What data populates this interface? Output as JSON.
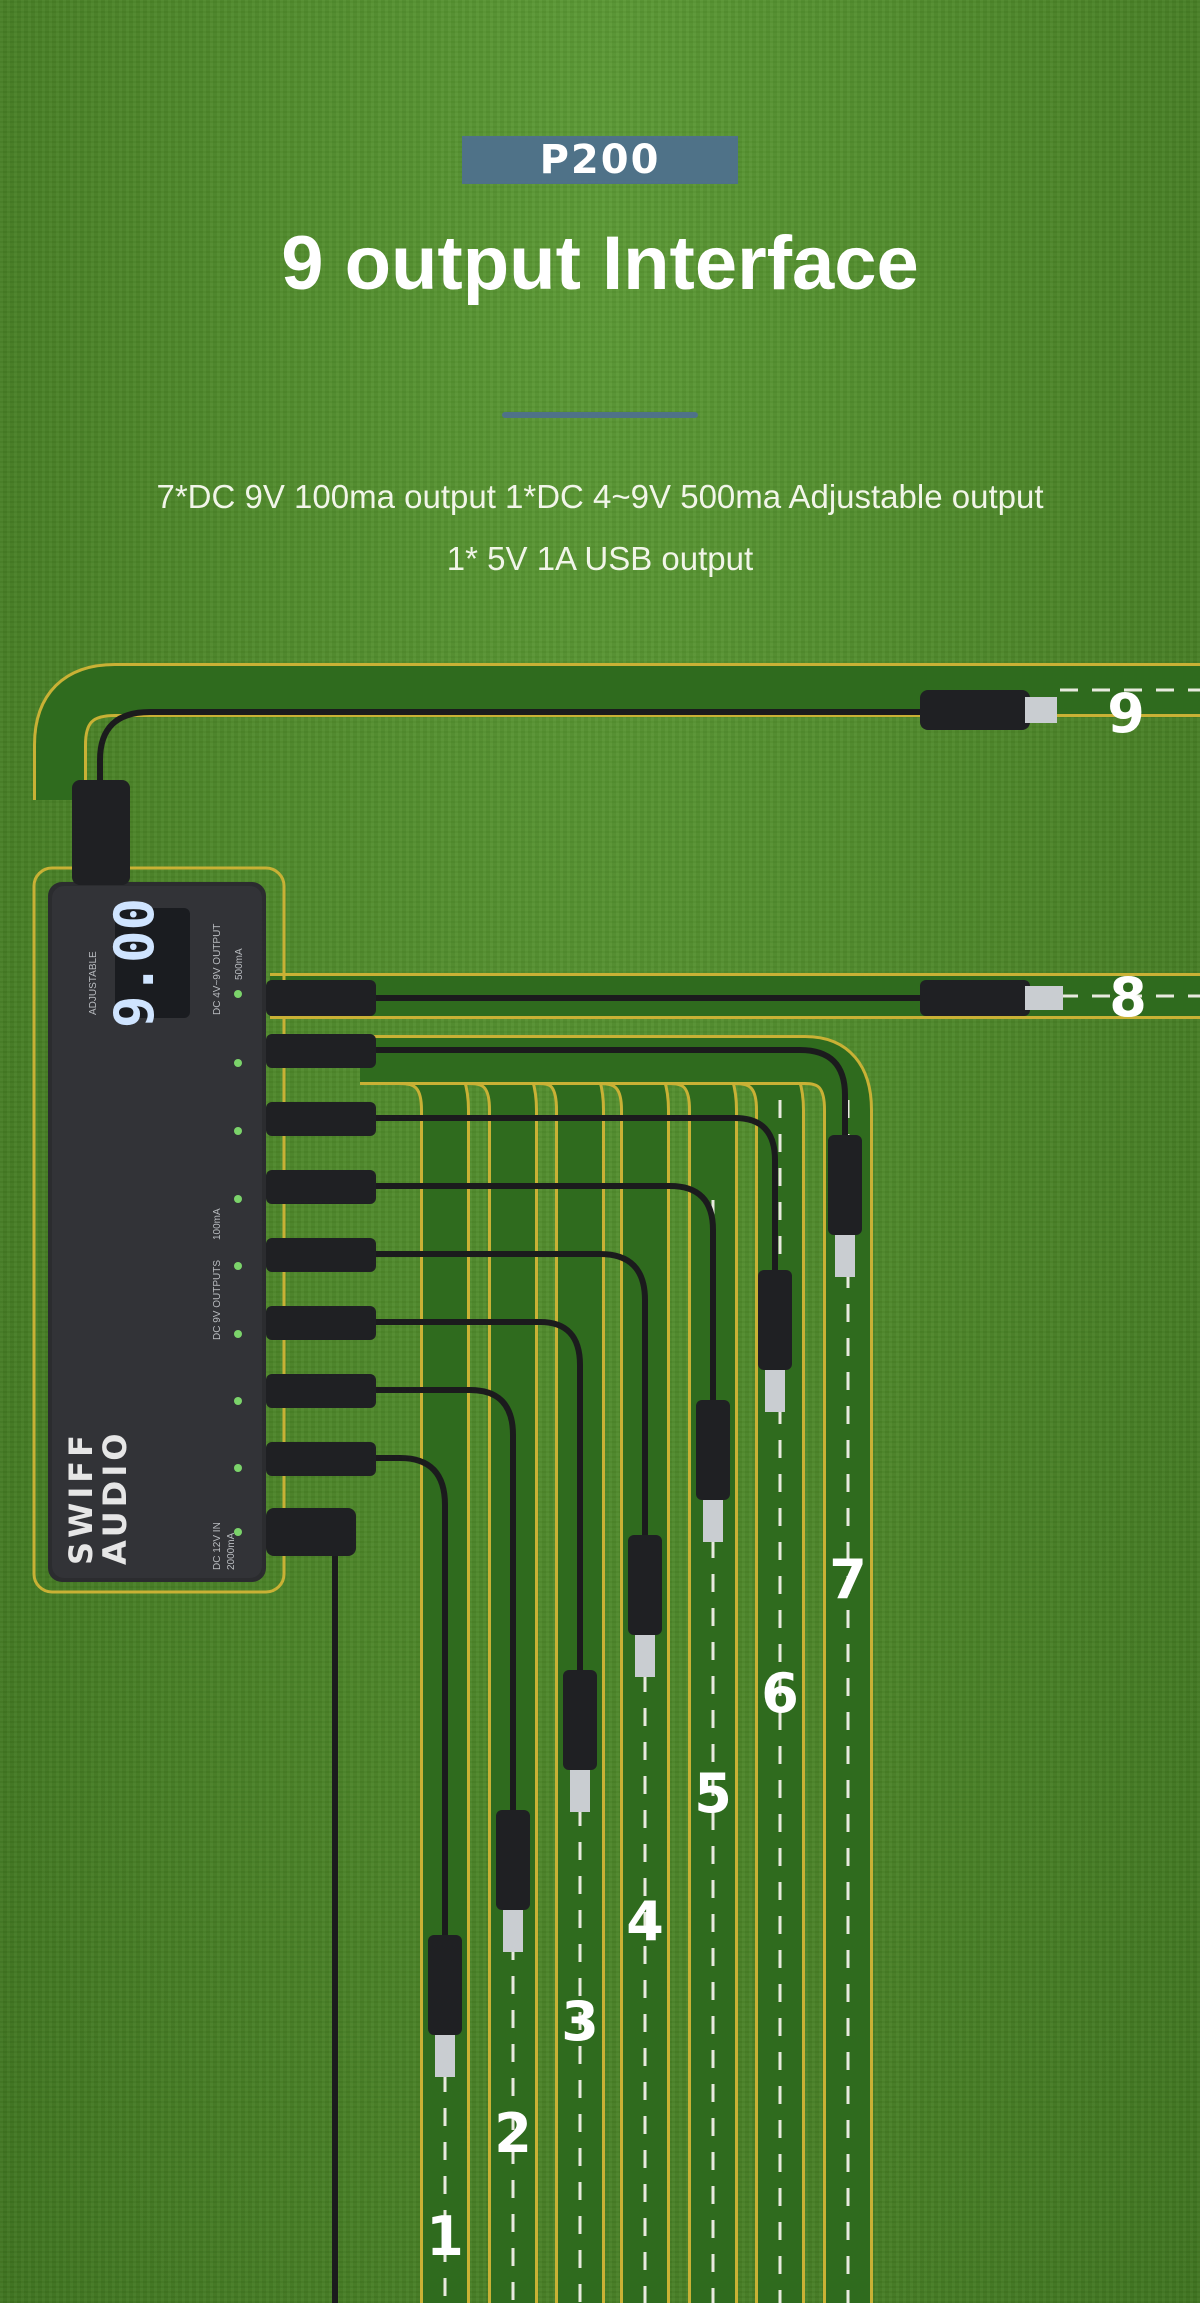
{
  "header": {
    "model": "P200",
    "title": "9 output Interface",
    "spec_line1": "7*DC 9V 100ma output   1*DC 4~9V 500ma Adjustable output",
    "spec_line2": "1* 5V 1A USB output"
  },
  "device": {
    "brand_line1": "SWIFF",
    "brand_line2": "AUDIO",
    "display_value": "9.00",
    "label_adjustable": "ADJUSTABLE",
    "label_adj_output": "DC 4V~9V OUTPUT",
    "label_500ma": "500mA",
    "label_100ma": "100mA",
    "label_dc9v_outputs": "DC 9V   OUTPUTS",
    "label_input": "DC 12V IN",
    "label_input_current": "2000mA"
  },
  "outputs": [
    "1",
    "2",
    "3",
    "4",
    "5",
    "6",
    "7",
    "8",
    "9"
  ],
  "colors": {
    "grass": "#4f8a2a",
    "track": "#2f6b1e",
    "track_border": "#c9b135",
    "badge": "#4f7288",
    "device_body": "#2b2c2f",
    "led": "#7bd36a"
  }
}
